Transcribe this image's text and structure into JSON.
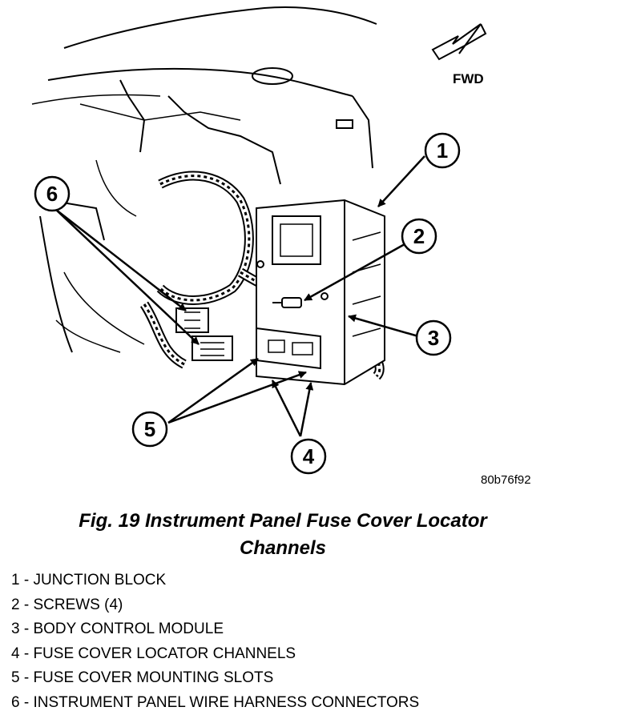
{
  "diagram": {
    "direction_label": "FWD",
    "figure_code": "80b76f92",
    "callouts": [
      "1",
      "2",
      "3",
      "4",
      "5",
      "6"
    ]
  },
  "caption": {
    "line1": "Fig. 19 Instrument Panel Fuse Cover Locator",
    "line2": "Channels"
  },
  "legend": [
    "1 - JUNCTION BLOCK",
    "2 - SCREWS (4)",
    "3 - BODY CONTROL MODULE",
    "4 - FUSE COVER LOCATOR CHANNELS",
    "5 - FUSE COVER MOUNTING SLOTS",
    "6 - INSTRUMENT PANEL WIRE HARNESS CONNECTORS"
  ]
}
